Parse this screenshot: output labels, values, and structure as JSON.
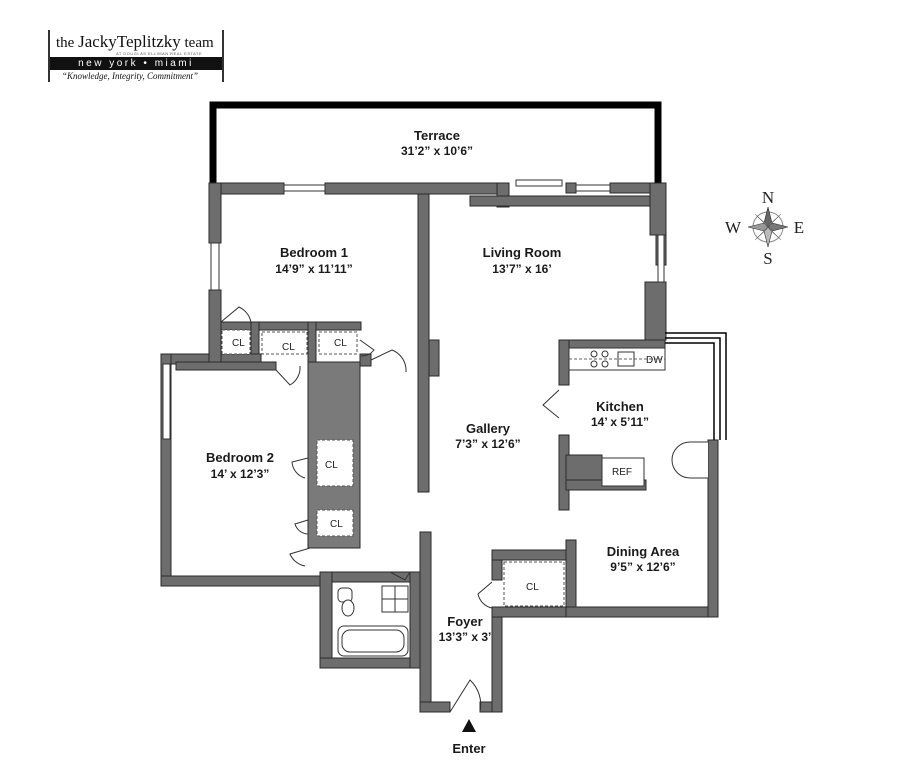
{
  "logo": {
    "prefix": "the",
    "name": "JackyTeplitzky",
    "suffix": "team",
    "affiliation": "AT DOUGLAS ELLIMAN REAL ESTATE",
    "cities": "new york • miami",
    "tagline": "“Knowledge, Integrity, Commitment”"
  },
  "rooms": {
    "terrace": {
      "name": "Terrace",
      "size": "31’2” x 10’6”"
    },
    "bedroom1": {
      "name": "Bedroom 1",
      "size": "14’9” x 11’11”"
    },
    "living": {
      "name": "Living Room",
      "size": "13’7” x 16’"
    },
    "bedroom2": {
      "name": "Bedroom 2",
      "size": "14’ x 12’3”"
    },
    "gallery": {
      "name": "Gallery",
      "size": "7’3” x 12’6”"
    },
    "kitchen": {
      "name": "Kitchen",
      "size": "14’ x 5’11”"
    },
    "dining": {
      "name": "Dining Area",
      "size": "9’5” x 12’6”"
    },
    "foyer": {
      "name": "Foyer",
      "size": "13’3” x 3’"
    }
  },
  "fixtures": {
    "closet": "CL",
    "dishwasher": "DW",
    "refrigerator": "REF"
  },
  "entry": {
    "label": "Enter"
  },
  "compass": {
    "n": "N",
    "s": "S",
    "e": "E",
    "w": "W"
  }
}
